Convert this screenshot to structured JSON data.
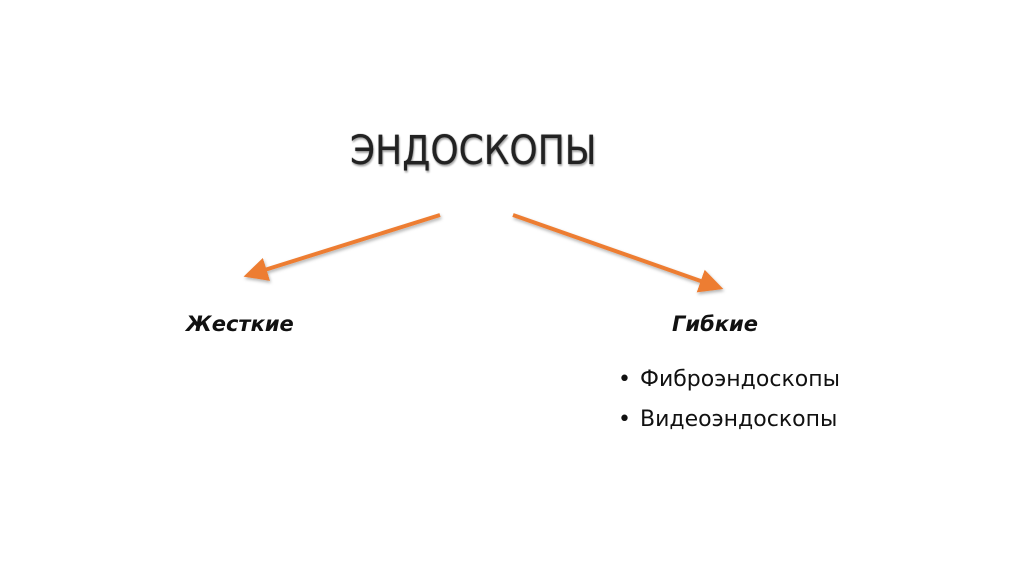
{
  "title": "ЭНДОСКОПЫ",
  "branches": {
    "left": {
      "label": "Жесткие"
    },
    "right": {
      "label": "Гибкие",
      "items": [
        "Фиброэндоскопы",
        "Видеоэндоскопы"
      ]
    }
  },
  "bullet": "•",
  "colors": {
    "arrow": "#ED7D31",
    "text": "#111111"
  }
}
